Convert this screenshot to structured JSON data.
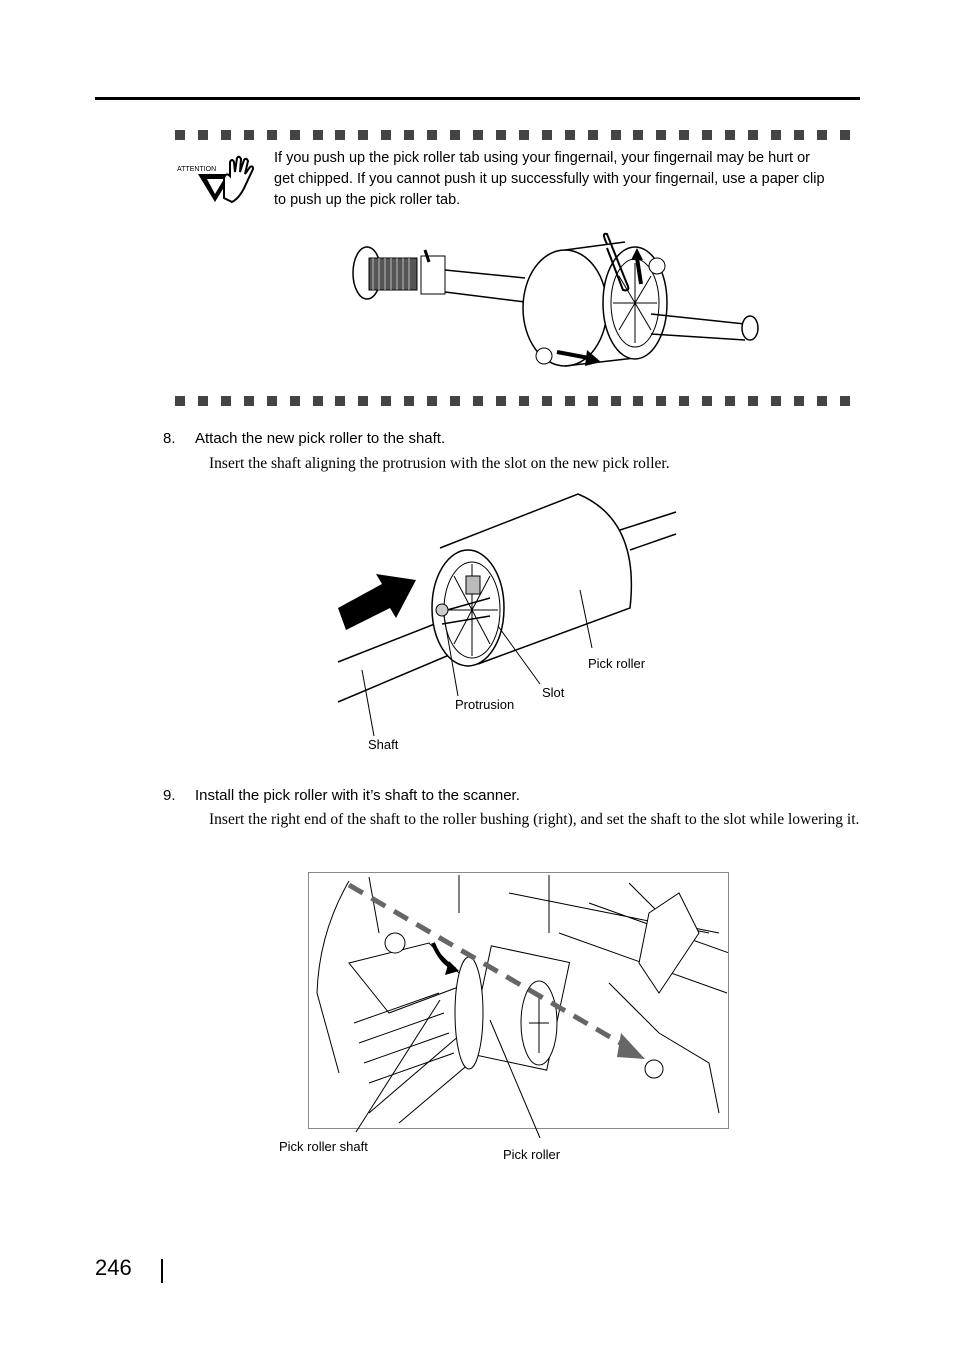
{
  "attention": {
    "icon_label": "ATTENTION",
    "text": "If you push up the pick roller tab using your fingernail, your fingernail may be hurt or get chipped. If you cannot push it up successfully with your fingernail, use a paper clip to push up the pick roller tab."
  },
  "steps": [
    {
      "number": "8.",
      "title": "Attach the new pick roller to the shaft.",
      "body": "Insert the shaft aligning the protrusion with the slot on the new pick roller.",
      "figure_labels": {
        "pick_roller": "Pick roller",
        "slot": "Slot",
        "protrusion": "Protrusion",
        "shaft": "Shaft"
      }
    },
    {
      "number": "9.",
      "title": "Install the pick roller with it’s shaft to the scanner.",
      "body": "Insert the right end of the shaft to the roller bushing (right), and set the shaft to the slot while lowering it.",
      "figure_labels": {
        "pick_roller_shaft": "Pick roller shaft",
        "pick_roller": "Pick roller"
      }
    }
  ],
  "page_number": "246"
}
